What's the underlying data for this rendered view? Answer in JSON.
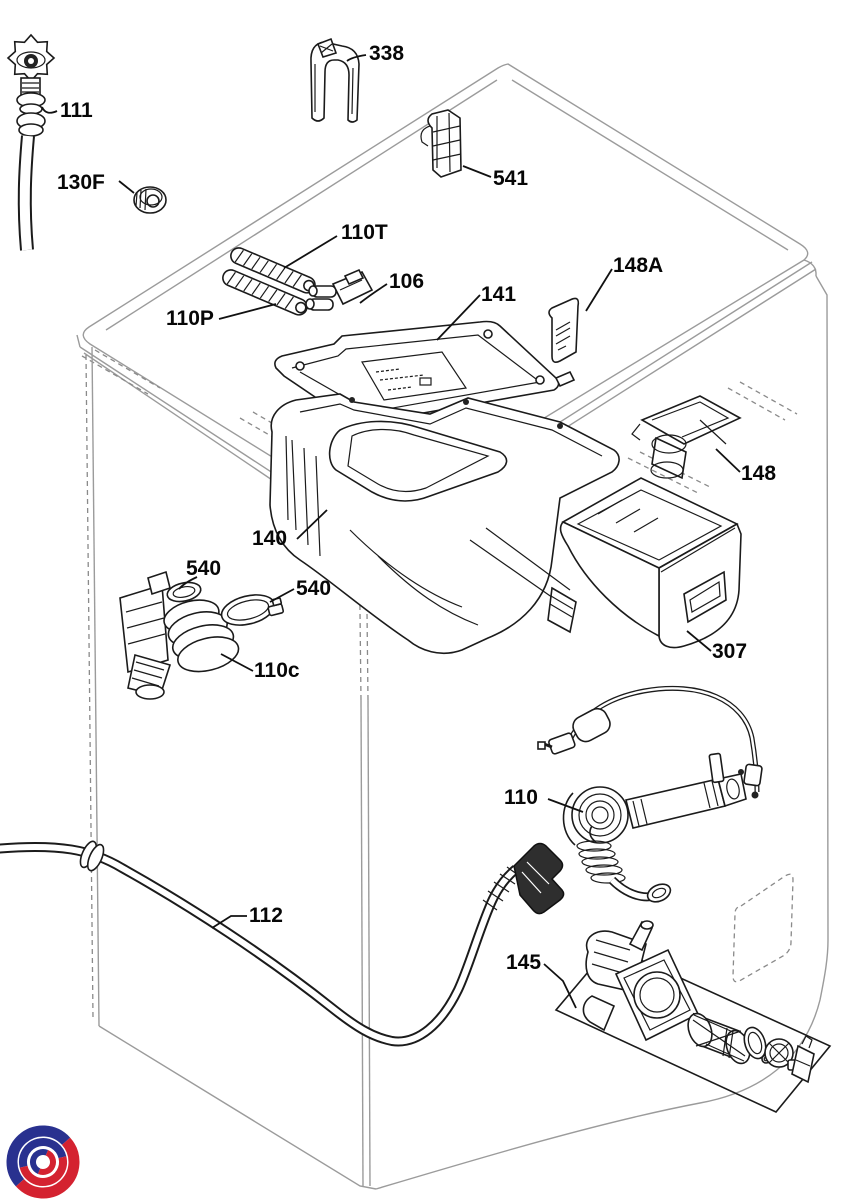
{
  "diagram": {
    "kind": "exploded-parts-diagram",
    "subject": "washing machine water inlet, dispenser and drain assembly",
    "parts": [
      {
        "key": "inlet-hose",
        "label": "111"
      },
      {
        "key": "inlet-nut",
        "label": "130F"
      },
      {
        "key": "hose-guide-hook",
        "label": "338"
      },
      {
        "key": "clip-holder",
        "label": "541"
      },
      {
        "key": "tube-top",
        "label": "110T"
      },
      {
        "key": "tube-pair",
        "label": "110P"
      },
      {
        "key": "small-bracket",
        "label": "106"
      },
      {
        "key": "dispenser-lid",
        "label": "141"
      },
      {
        "key": "clip-a",
        "label": "148A"
      },
      {
        "key": "bracket",
        "label": "148"
      },
      {
        "key": "dispenser-housing",
        "label": "140"
      },
      {
        "key": "clamp-1",
        "label": "540"
      },
      {
        "key": "clamp-2",
        "label": "540"
      },
      {
        "key": "elbow-hose",
        "label": "110c"
      },
      {
        "key": "detergent-drawer",
        "label": "307"
      },
      {
        "key": "overflow-hose",
        "label": "110"
      },
      {
        "key": "drain-hose",
        "label": "112"
      },
      {
        "key": "drain-pump-kit",
        "label": "145"
      }
    ],
    "colors": {
      "part_line": "#1b1b1b",
      "cabinet_line": "#9b9b9b",
      "logo_blue": "#29318f",
      "logo_red": "#d42230",
      "background": "#ffffff"
    }
  }
}
